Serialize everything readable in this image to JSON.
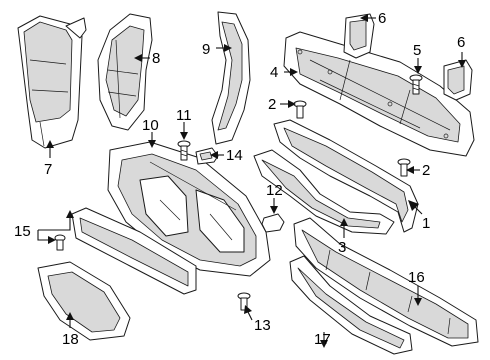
{
  "callouts": {
    "c1": "1",
    "c2a": "2",
    "c2b": "2",
    "c3": "3",
    "c4": "4",
    "c5": "5",
    "c6a": "6",
    "c6b": "6",
    "c7": "7",
    "c8": "8",
    "c9": "9",
    "c10": "10",
    "c11": "11",
    "c12": "12",
    "c13": "13",
    "c14": "14",
    "c15": "15",
    "c16": "16",
    "c17": "17",
    "c18": "18"
  }
}
